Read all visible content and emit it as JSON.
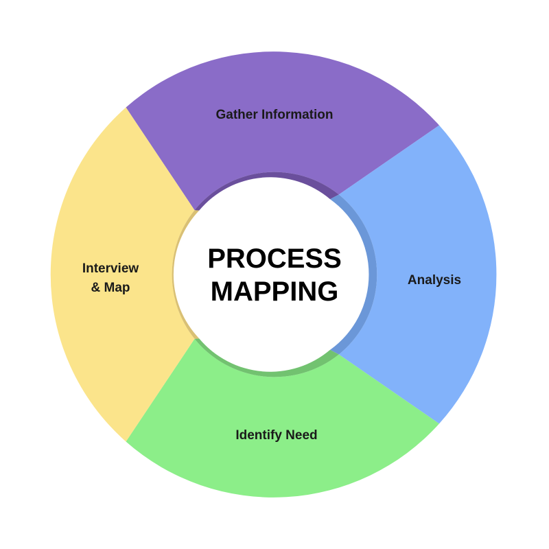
{
  "center": {
    "title_line1": "PROCESS",
    "title_line2": "MAPPING"
  },
  "segments": [
    {
      "id": "gather-information",
      "line1": "Gather Information",
      "line2": "",
      "color": "#8a6cc8",
      "ring_color": "#6a4f9c"
    },
    {
      "id": "analysis",
      "line1": "Analysis",
      "line2": "",
      "color": "#82b2fa",
      "ring_color": "#6b97d8"
    },
    {
      "id": "identify-need",
      "line1": "Identify Need",
      "line2": "",
      "color": "#8cee89",
      "ring_color": "#72c270"
    },
    {
      "id": "interview-map",
      "line1": "Interview",
      "line2": "& Map",
      "color": "#fbe48b",
      "ring_color": "#d9c074"
    }
  ]
}
